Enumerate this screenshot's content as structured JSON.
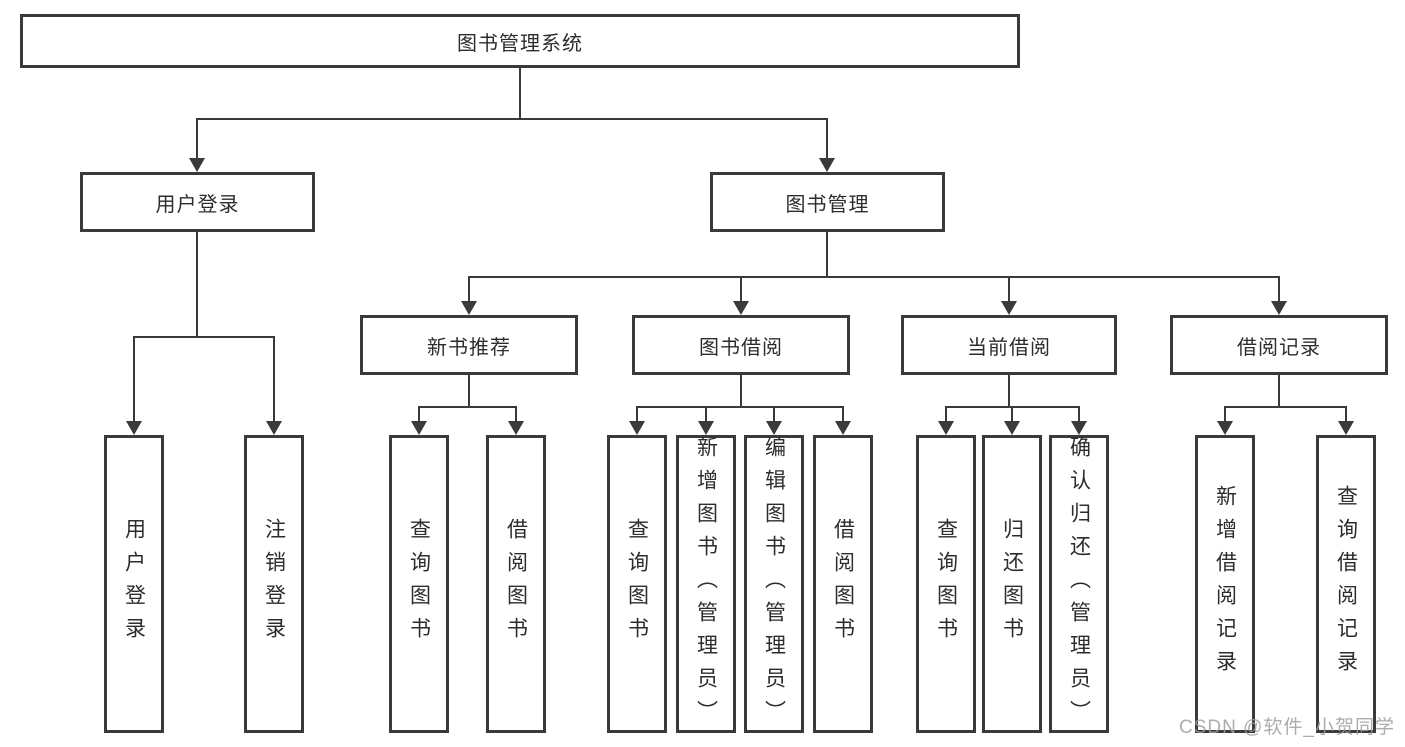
{
  "diagram": {
    "root": {
      "label": "图书管理系统"
    },
    "level2": {
      "user_login": {
        "label": "用户登录"
      },
      "book_mgmt": {
        "label": "图书管理"
      }
    },
    "level3": {
      "new_books": {
        "label": "新书推荐"
      },
      "book_borrow": {
        "label": "图书借阅"
      },
      "current_borrow": {
        "label": "当前借阅"
      },
      "borrow_records": {
        "label": "借阅记录"
      }
    },
    "leaves": {
      "items": [
        {
          "label": "用户登录"
        },
        {
          "label": "注销登录"
        },
        {
          "label": "查询图书"
        },
        {
          "label": "借阅图书"
        },
        {
          "label": "查询图书"
        },
        {
          "label": "新增图书（管理员）"
        },
        {
          "label": "编辑图书（管理员）"
        },
        {
          "label": "借阅图书"
        },
        {
          "label": "查询图书"
        },
        {
          "label": "归还图书"
        },
        {
          "label": "确认归还（管理员）"
        },
        {
          "label": "新增借阅记录"
        },
        {
          "label": "查询借阅记录"
        }
      ]
    }
  },
  "watermark": {
    "text": "CSDN @软件_小贺同学"
  },
  "colors": {
    "line": "#3a3a3a",
    "text": "#2d2d2d",
    "watermark": "#9e9e9e",
    "background": "#ffffff"
  }
}
